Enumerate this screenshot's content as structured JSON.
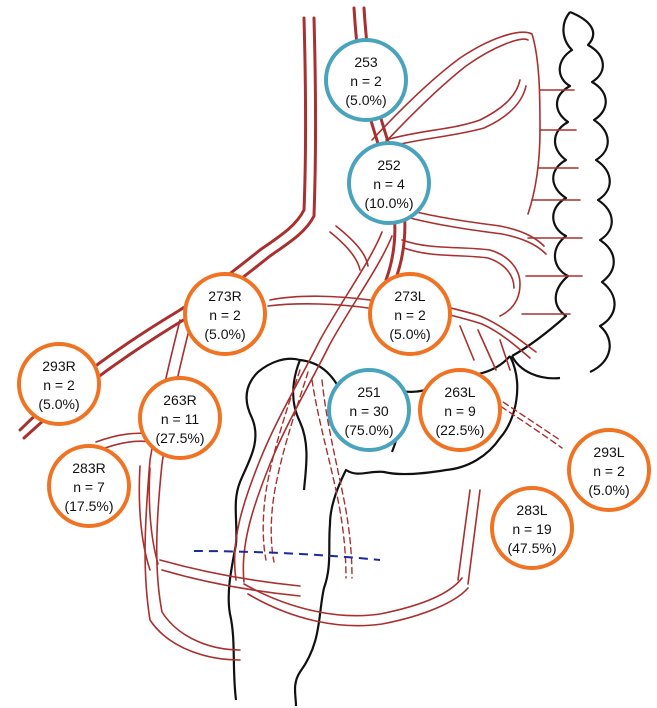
{
  "colors": {
    "blue_station": "#4aa3bd",
    "orange_station": "#f07323",
    "vessel": "#a8302f",
    "bowel": "#111111",
    "cut_line": "#1c2a9c"
  },
  "nodes": [
    {
      "id": "253",
      "count": "n = 2",
      "percent": "(5.0%)",
      "group": "blue"
    },
    {
      "id": "252",
      "count": "n = 4",
      "percent": "(10.0%)",
      "group": "blue"
    },
    {
      "id": "251",
      "count": "n = 30",
      "percent": "(75.0%)",
      "group": "blue"
    },
    {
      "id": "273R",
      "count": "n = 2",
      "percent": "(5.0%)",
      "group": "orange"
    },
    {
      "id": "273L",
      "count": "n = 2",
      "percent": "(5.0%)",
      "group": "orange"
    },
    {
      "id": "293R",
      "count": "n = 2",
      "percent": "(5.0%)",
      "group": "orange"
    },
    {
      "id": "263R",
      "count": "n = 11",
      "percent": "(27.5%)",
      "group": "orange"
    },
    {
      "id": "263L",
      "count": "n = 9",
      "percent": "(22.5%)",
      "group": "orange"
    },
    {
      "id": "283R",
      "count": "n = 7",
      "percent": "(17.5%)",
      "group": "orange"
    },
    {
      "id": "293L",
      "count": "n = 2",
      "percent": "(5.0%)",
      "group": "orange"
    },
    {
      "id": "283L",
      "count": "n = 19",
      "percent": "(47.5%)",
      "group": "orange"
    }
  ]
}
